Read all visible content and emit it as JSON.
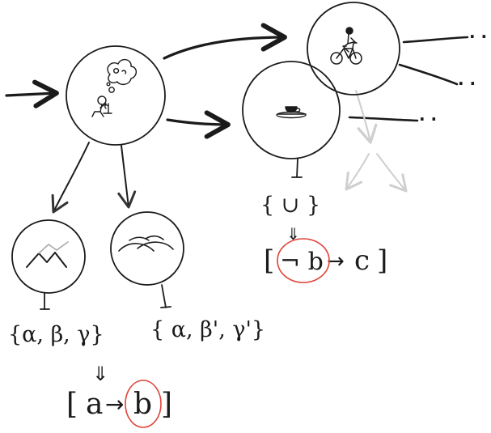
{
  "colors": {
    "ink": "#1b1b1b",
    "faint": "#cfcfcf",
    "highlight": "#e0443a",
    "background": "#ffffff"
  },
  "nodes": {
    "root": {
      "icon": "thinking-person-icon"
    },
    "cycling": {
      "icon": "bicycle-rider-icon"
    },
    "coffee": {
      "icon": "coffee-cup-icon"
    },
    "mountains": {
      "icon": "mountains-icon"
    },
    "hills": {
      "icon": "rolling-hills-icon"
    }
  },
  "labels": {
    "mountains_set": "{α, β, γ}",
    "mountains_rule": {
      "open": "[",
      "antecedent": "a",
      "arrow": "→",
      "consequent": "b",
      "close": "]"
    },
    "hills_set": "{ α, β', γ'}",
    "coffee_set": "{ ∪ }",
    "coffee_rule": {
      "open": "[",
      "negated": "¬ b",
      "arrow": "→",
      "consequent": "c",
      "close": "]"
    }
  },
  "continuations": {
    "upper": "· ·",
    "middle": "· ·",
    "lower": "· ·"
  }
}
